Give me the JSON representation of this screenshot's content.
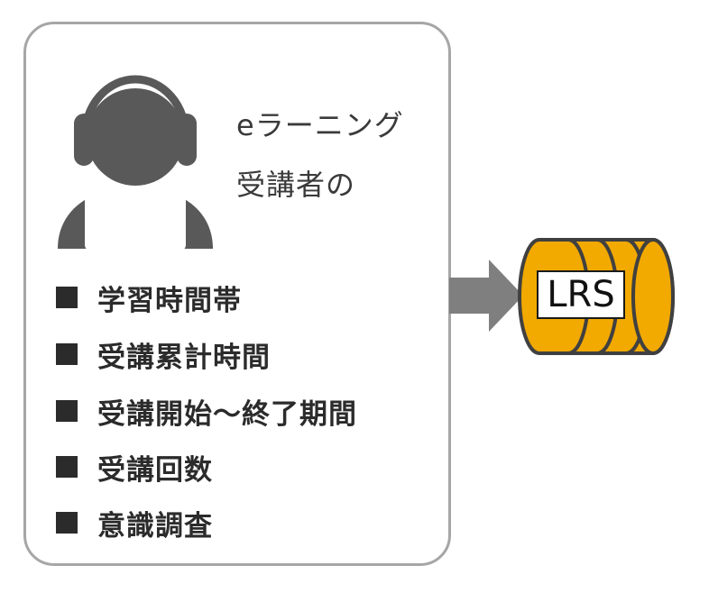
{
  "learner": {
    "line1": "eラーニング",
    "line2": "受講者の"
  },
  "items": [
    {
      "label": "学習時間帯"
    },
    {
      "label": "受講累計時間"
    },
    {
      "label": "受講開始～終了期間"
    },
    {
      "label": "受講回数"
    },
    {
      "label": "意識調査"
    }
  ],
  "store": {
    "label": "LRS"
  },
  "colors": {
    "icon": "#595959",
    "card_border": "#a6a6a6",
    "arrow": "#7f7f7f",
    "store_fill": "#f2a900",
    "store_outline": "#404040",
    "bullet": "#2b2b2b"
  }
}
